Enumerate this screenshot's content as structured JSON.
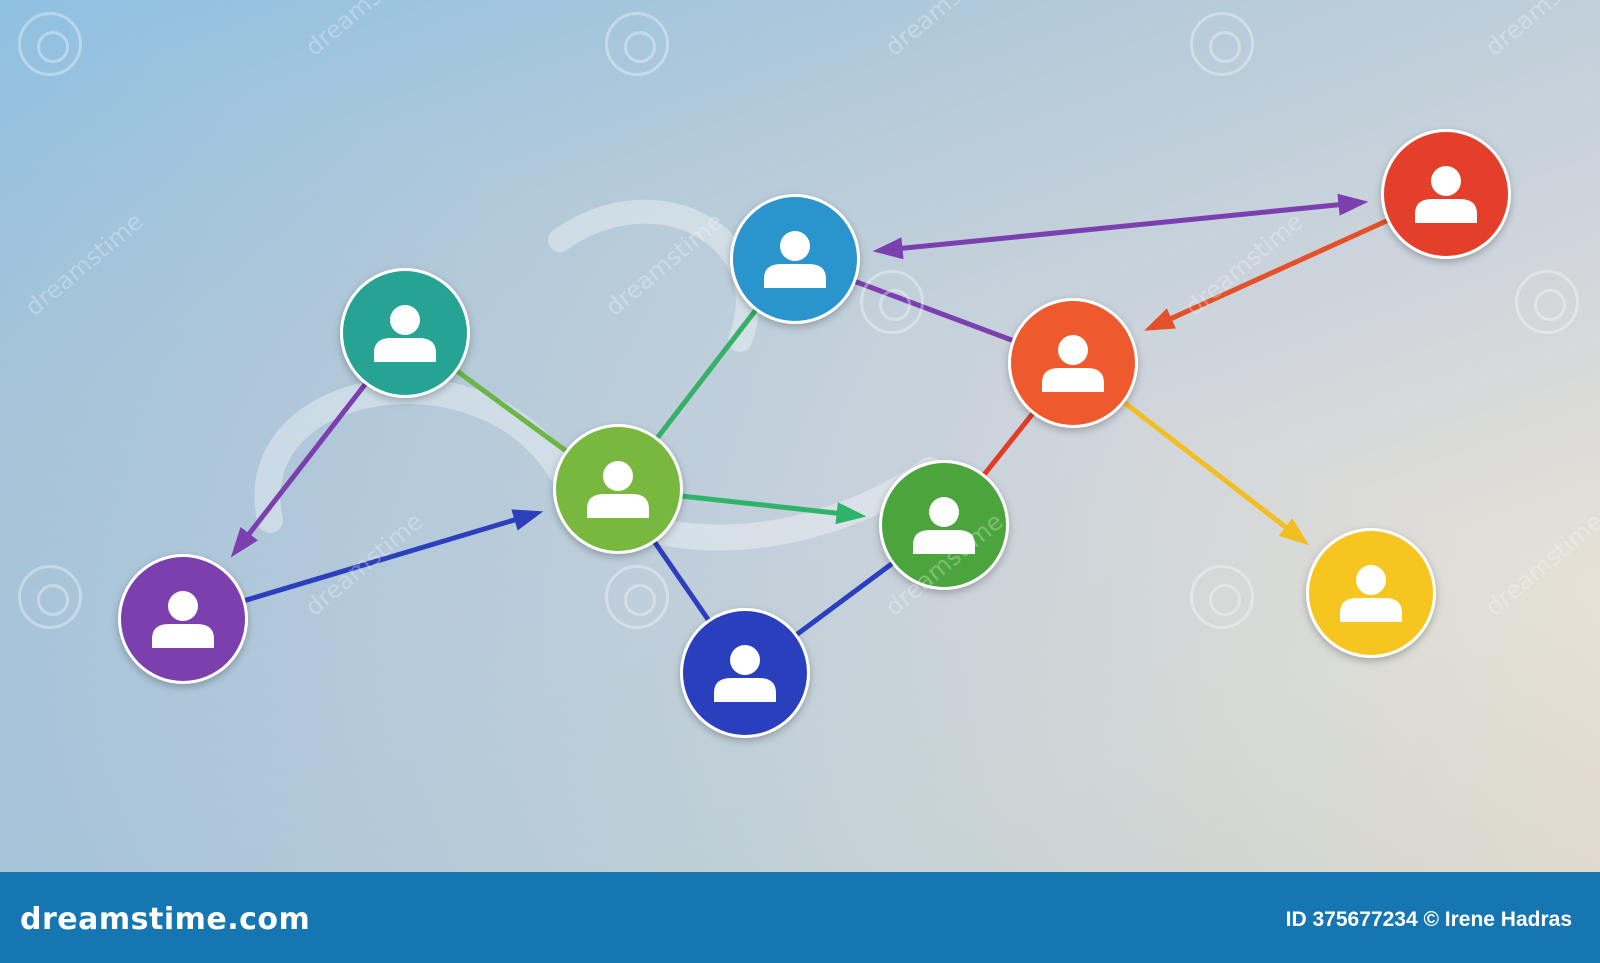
{
  "colors": {
    "teal": "#27a394",
    "sky_blue": "#2a95cd",
    "red": "#e43f2a",
    "orange": "#ee5a2e",
    "light_green": "#79b83f",
    "green": "#4ba53c",
    "purple": "#7c3fae",
    "navy": "#2a3fbe",
    "yellow": "#f6c51f",
    "footer_bar": "#1576b2"
  },
  "nodes": [
    {
      "id": "teal",
      "icon": "user-icon"
    },
    {
      "id": "sky_blue",
      "icon": "user-icon"
    },
    {
      "id": "red",
      "icon": "user-icon"
    },
    {
      "id": "orange",
      "icon": "user-icon"
    },
    {
      "id": "light_green",
      "icon": "user-icon"
    },
    {
      "id": "green",
      "icon": "user-icon"
    },
    {
      "id": "purple",
      "icon": "user-icon"
    },
    {
      "id": "navy",
      "icon": "user-icon"
    },
    {
      "id": "yellow",
      "icon": "user-icon"
    }
  ],
  "edges": [
    {
      "from": "teal",
      "to": "purple",
      "arrow": "end",
      "color": "#7b3fb0"
    },
    {
      "from": "purple",
      "to": "light_green",
      "arrow": "end",
      "color": "#2c3fbd"
    },
    {
      "from": "teal",
      "to": "light_green",
      "arrow": "none",
      "color": "#6cb546"
    },
    {
      "from": "light_green",
      "to": "sky_blue",
      "arrow": "none",
      "color": "#36b06a"
    },
    {
      "from": "light_green",
      "to": "green",
      "arrow": "end",
      "color": "#2fb36a"
    },
    {
      "from": "light_green",
      "to": "navy",
      "arrow": "none",
      "color": "#2c3fbd"
    },
    {
      "from": "navy",
      "to": "green",
      "arrow": "none",
      "color": "#2c3fbd"
    },
    {
      "from": "green",
      "to": "orange",
      "arrow": "none",
      "color": "#e23d25"
    },
    {
      "from": "sky_blue",
      "to": "orange",
      "arrow": "none",
      "color": "#7b3fb0"
    },
    {
      "from": "sky_blue",
      "to": "red",
      "arrow": "both",
      "color": "#7b3fb0"
    },
    {
      "from": "red",
      "to": "orange",
      "arrow": "end",
      "color": "#e4502a"
    },
    {
      "from": "orange",
      "to": "yellow",
      "arrow": "end",
      "color": "#f2be21"
    }
  ],
  "watermark": {
    "text": "dreamstime"
  },
  "footer": {
    "brand": "dreamstime.com",
    "credit": "ID 375677234 © Irene Hadras"
  }
}
